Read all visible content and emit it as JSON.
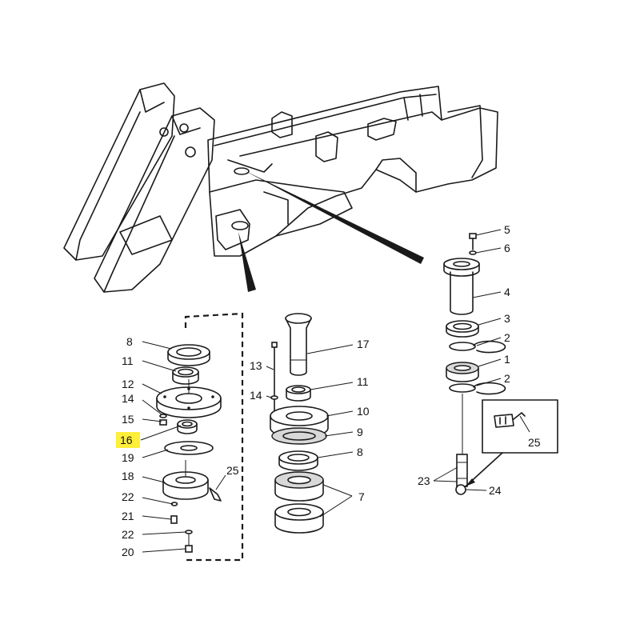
{
  "diagram": {
    "callouts": [
      {
        "id": "c8a",
        "text": "8"
      },
      {
        "id": "c11a",
        "text": "11"
      },
      {
        "id": "c12",
        "text": "12"
      },
      {
        "id": "c14a",
        "text": "14"
      },
      {
        "id": "c15",
        "text": "15"
      },
      {
        "id": "c16",
        "text": "16",
        "highlighted": true
      },
      {
        "id": "c19",
        "text": "19"
      },
      {
        "id": "c18",
        "text": "18"
      },
      {
        "id": "c25a",
        "text": "25"
      },
      {
        "id": "c22a",
        "text": "22"
      },
      {
        "id": "c21",
        "text": "21"
      },
      {
        "id": "c22b",
        "text": "22"
      },
      {
        "id": "c20",
        "text": "20"
      },
      {
        "id": "c17",
        "text": "17"
      },
      {
        "id": "c13",
        "text": "13"
      },
      {
        "id": "c11b",
        "text": "11"
      },
      {
        "id": "c14b",
        "text": "14"
      },
      {
        "id": "c10",
        "text": "10"
      },
      {
        "id": "c9",
        "text": "9"
      },
      {
        "id": "c8b",
        "text": "8"
      },
      {
        "id": "c7",
        "text": "7"
      },
      {
        "id": "c5",
        "text": "5"
      },
      {
        "id": "c6",
        "text": "6"
      },
      {
        "id": "c4",
        "text": "4"
      },
      {
        "id": "c3",
        "text": "3"
      },
      {
        "id": "c2a",
        "text": "2"
      },
      {
        "id": "c1",
        "text": "1"
      },
      {
        "id": "c2b",
        "text": "2"
      },
      {
        "id": "c25b",
        "text": "25"
      },
      {
        "id": "c23",
        "text": "23"
      },
      {
        "id": "c24",
        "text": "24"
      }
    ],
    "colors": {
      "ink": "#1a1a1a",
      "highlight": "#ffef3a",
      "background": "#ffffff"
    }
  }
}
